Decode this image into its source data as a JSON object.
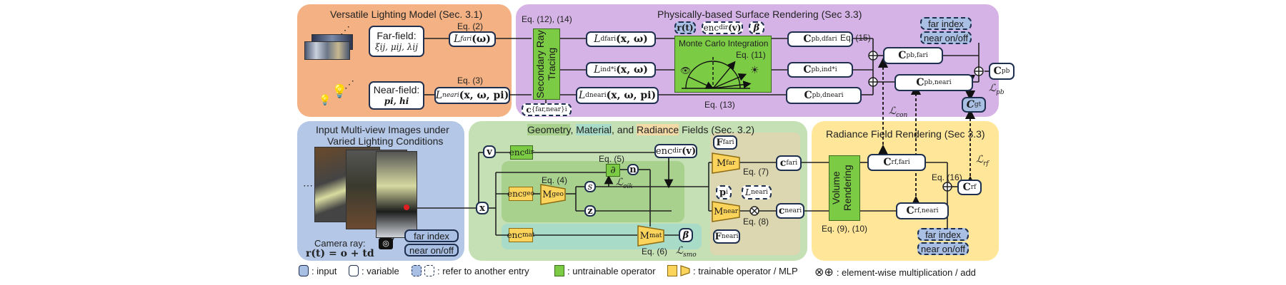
{
  "panels": {
    "lighting": {
      "title": "Versatile Lighting Model (Sec. 3.1)",
      "color": "#f4b183"
    },
    "surface": {
      "title": "Physically-based Surface Rendering (Sec 3.3)",
      "color": "#d5b3e6"
    },
    "input": {
      "title_line1": "Input Multi-view Images under",
      "title_line2": "Varied Lighting Conditions",
      "color": "#b4c7e7"
    },
    "fields": {
      "title_part1": "Geometry",
      "title_part2": ", ",
      "title_part3": "Material",
      "title_part4": ", and ",
      "title_part5": "Radiance",
      "title_part6": " Fields (Sec. 3.2)",
      "color": "#c5e0b4"
    },
    "radiance": {
      "title": "Radiance Field Rendering (Sec 3.3)",
      "color": "#ffe699"
    }
  },
  "lighting": {
    "far_field_label": "Far-field:",
    "far_field_params": "ξij, μij, λij",
    "near_field_label": "Near-field:",
    "near_field_params": "pi, hi",
    "eq2": "Eq. (2)",
    "eq3": "Eq. (3)",
    "L_far": "L",
    "L_far_sub": "fari",
    "L_far_args": "(ω)",
    "L_near": "L",
    "L_near_sub": "neari",
    "L_near_args": "(x, ω, pi)",
    "ellipsis": "⋰"
  },
  "surface": {
    "eq12_14": "Eq. (12), (14)",
    "secondary_ray_tracing": "Secondary Ray Tracing",
    "c_far_near": "c",
    "c_far_near_sub": "{far,near}i",
    "L_dfar": "L",
    "L_dfar_sub": "dfari",
    "L_dfar_args": "(x, ω)",
    "L_ind": "L",
    "L_ind_sub": "ind*i",
    "L_ind_args": "(x, ω)",
    "L_dnear": "L",
    "L_dnear_sub": "dneari",
    "L_dnear_args": "(x, ω, pi)",
    "r_t": "r(t)",
    "enc_dir_v": "enc",
    "enc_dir_v_sub": "dir",
    "enc_dir_v_args": "(v)",
    "beta": "β",
    "monte_carlo": "Monte Carlo Integration",
    "eq11": "Eq. (11)",
    "eq13": "Eq. (13)",
    "eq15": "Eq. (15)",
    "C_pb_dfar": "C",
    "C_pb_dfar_sub": "pb,dfari",
    "C_pb_ind": "C",
    "C_pb_ind_sub": "pb,ind*i",
    "C_pb_dnear": "C",
    "C_pb_dnear_sub": "pb,dneari",
    "C_pb_far": "C",
    "C_pb_far_sub": "pb,fari",
    "C_pb_near": "C",
    "C_pb_near_sub": "pb,neari",
    "C_pb": "C",
    "C_pb_sub": "pb",
    "C_gt": "C",
    "C_gt_sub": "gt",
    "far_index": "far index",
    "near_on_off": "near on/off",
    "loss_pb": "ℒ",
    "loss_pb_sub": "pb",
    "loss_con": "ℒ",
    "loss_con_sub": "con"
  },
  "input": {
    "ellipsis": "⋯",
    "camera_ray_label": "Camera ray:",
    "camera_ray_eq": "r(t) = o + td",
    "far_index": "far index",
    "near_on_off": "near on/off"
  },
  "fields": {
    "v": "v",
    "x": "x",
    "enc_dir": "enc",
    "enc_dir_sub": "dir",
    "enc_geo": "enc",
    "enc_geo_sub": "geo",
    "enc_mat": "enc",
    "enc_mat_sub": "mat",
    "M_geo": "M",
    "M_geo_sub": "geo",
    "M_mat": "M",
    "M_mat_sub": "mat",
    "M_far": "M",
    "M_far_sub": "far",
    "M_near": "M",
    "M_near_sub": "near",
    "eq4": "Eq. (4)",
    "eq5": "Eq. (5)",
    "eq6": "Eq. (6)",
    "eq7": "Eq. (7)",
    "eq8": "Eq. (8)",
    "partial": "∂",
    "n": "n",
    "s": "s",
    "z": "z",
    "beta": "β",
    "loss_eik": "ℒ",
    "loss_eik_sub": "eik",
    "loss_smo": "ℒ",
    "loss_smo_sub": "smo",
    "enc_dir_v": "enc",
    "enc_dir_v_sub": "dir",
    "enc_dir_v_args": "(v)",
    "F_far": "F",
    "F_far_sub": "fari",
    "F_near": "F",
    "F_near_sub": "neari",
    "p_i": "p",
    "p_i_sub": "i",
    "L_near": "L",
    "L_near_sub": "neari",
    "c_far": "c",
    "c_far_sub": "fari",
    "c_near": "c",
    "c_near_sub": "neari",
    "times": "⊗"
  },
  "radiance": {
    "volume_rendering": "Volume Rendering",
    "eq9_10": "Eq. (9), (10)",
    "eq16": "Eq. (16)",
    "C_rf_far": "C",
    "C_rf_far_sub": "rf,fari",
    "C_rf_near": "C",
    "C_rf_near_sub": "rf,neari",
    "C_rf": "C",
    "C_rf_sub": "rf",
    "loss_rf": "ℒ",
    "loss_rf_sub": "rf",
    "far_index": "far index",
    "near_on_off": "near on/off"
  },
  "legend": {
    "input": ": input",
    "variable": ": variable",
    "refer": ": refer to another entry",
    "untrainable": ": untrainable operator",
    "trainable": ": trainable operator / MLP",
    "elementwise": ": element-wise multiplication / add",
    "elementwise_symbols": "⊗⊕"
  },
  "colors": {
    "input_blue": "#a9bfe3",
    "operator_green": "#7ccb45",
    "mlp_yellow": "#fcd45c",
    "box_border": "#1f2f4f"
  }
}
